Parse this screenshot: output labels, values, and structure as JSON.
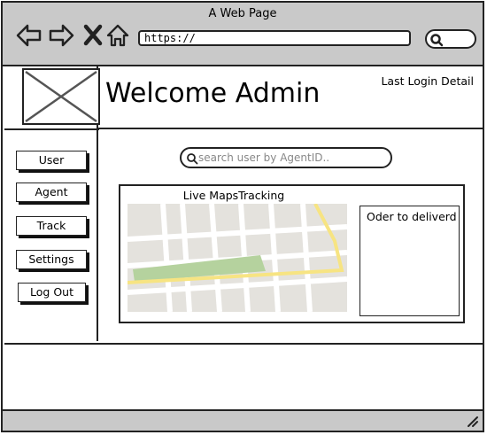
{
  "browser": {
    "title": "A Web Page",
    "url": "https://"
  },
  "header": {
    "title": "Welcome Admin",
    "last_login": "Last Login Detail"
  },
  "sidebar": {
    "items": [
      {
        "label": "User"
      },
      {
        "label": "Agent"
      },
      {
        "label": "Track"
      },
      {
        "label": "Settings"
      },
      {
        "label": "Log Out"
      }
    ]
  },
  "search": {
    "placeholder": "search user by AgentID.."
  },
  "map_panel": {
    "title": "Live MapsTracking",
    "order_label": "Oder to deliverd"
  },
  "icons": {
    "back": "arrow-left-icon",
    "forward": "arrow-right-icon",
    "close": "close-icon",
    "home": "home-icon",
    "search": "search-icon",
    "logo_placeholder": "image-placeholder-icon",
    "resize": "resize-grip-icon"
  },
  "colors": {
    "chrome": "#c9c9c9",
    "map_park": "#b5d29e",
    "map_road_highlight": "#f7e482"
  }
}
